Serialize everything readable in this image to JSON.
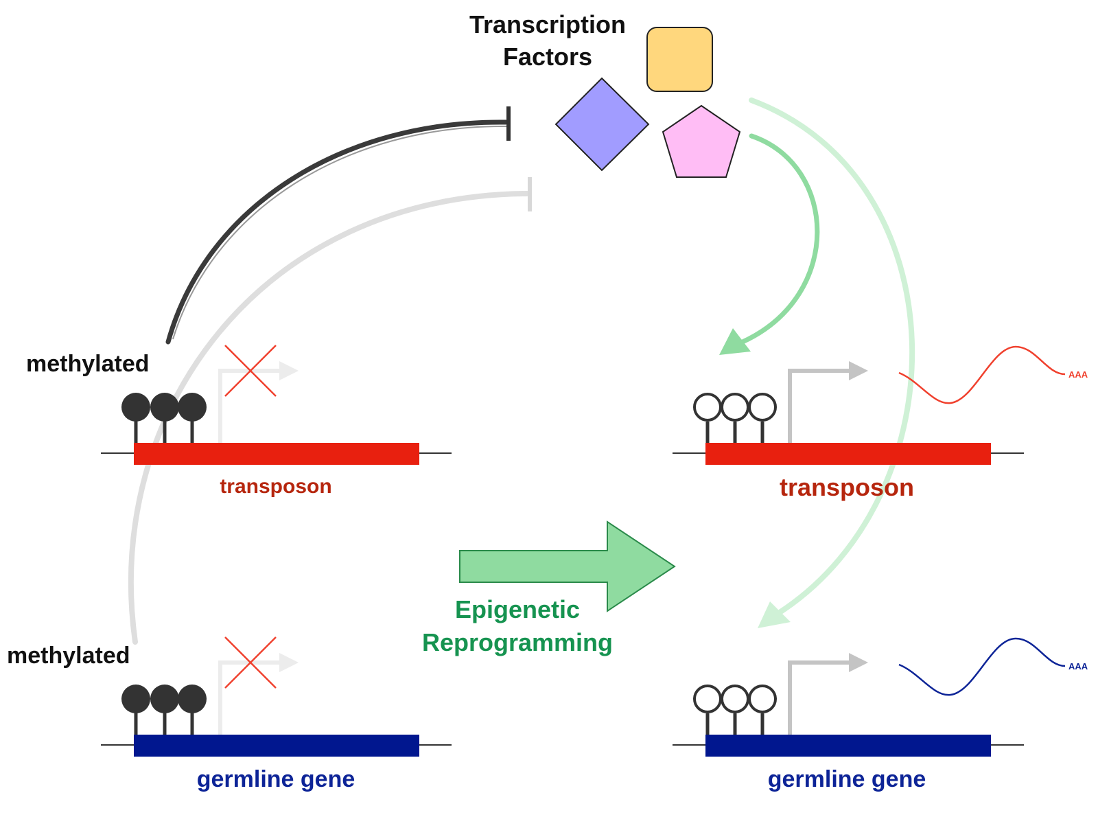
{
  "title": {
    "line1": "Transcription",
    "line2": "Factors"
  },
  "left": {
    "top": {
      "status": "methylated",
      "gene": "transposon"
    },
    "bottom": {
      "status": "methylated",
      "gene": "germline gene"
    }
  },
  "right": {
    "top": {
      "gene": "transposon",
      "polyA": "AAA"
    },
    "bottom": {
      "gene": "germline gene",
      "polyA": "AAA"
    }
  },
  "center": {
    "line1": "Epigenetic",
    "line2": "Reprogramming"
  },
  "colors": {
    "transposon": "#e8200f",
    "transposon_label": "#b6260e",
    "germline": "#01178f",
    "germline_label": "#0d2497",
    "green_arrow": "#8fdba0",
    "green_text": "#169350",
    "methyl_dark": "#333333",
    "tf_diamond": "#a19cff",
    "tf_square": "#ffd77d",
    "tf_pentagon": "#ffbdf5"
  },
  "icons": [
    "methylation-lollipop-filled",
    "methylation-lollipop-open",
    "promoter-arrow",
    "blocked-cross",
    "mrna-wave"
  ]
}
